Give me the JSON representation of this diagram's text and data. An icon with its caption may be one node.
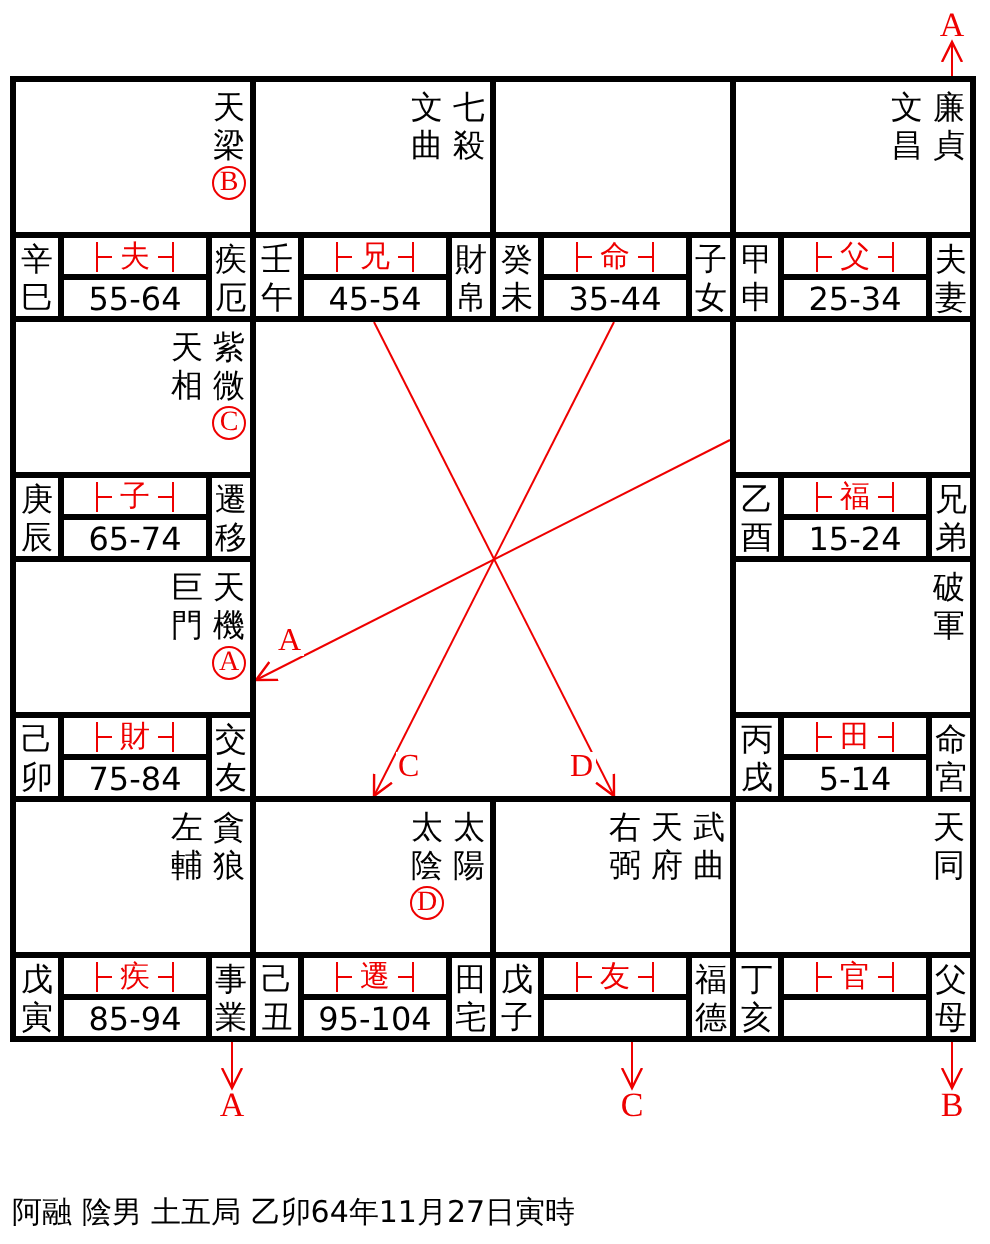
{
  "diagram": {
    "caption": "阿融 陰男 土五局 乙卯64年11月27日寅時",
    "nodes": [
      {
        "text": [
          "A"
        ]
      },
      {
        "text": [
          "天梁"
        ]
      },
      {
        "text": [
          "B"
        ],
        "in": 1
      },
      {
        "text": [
          "辛巳"
        ],
        "in": 1
      },
      {
        "text": [
          "夫"
        ],
        "in": 1
      },
      {
        "text": [
          "55-64"
        ],
        "in": 1
      },
      {
        "text": [
          "疾厄"
        ],
        "in": 1
      },
      {
        "text": [
          "文曲",
          "七殺"
        ]
      },
      {
        "text": [
          "壬午"
        ],
        "in": 7
      },
      {
        "text": [
          "兄"
        ],
        "in": 7
      },
      {
        "text": [
          "45-54"
        ],
        "in": 7
      },
      {
        "text": [
          "財帛"
        ],
        "in": 7
      },
      {
        "text": [],
        "shape": "box"
      },
      {
        "text": [
          "癸未"
        ],
        "in": 12
      },
      {
        "text": [
          "命"
        ],
        "in": 12
      },
      {
        "text": [
          "35-44"
        ],
        "in": 12
      },
      {
        "text": [
          "子女"
        ],
        "in": 12
      },
      {
        "text": [
          "文昌",
          "廉貞"
        ]
      },
      {
        "text": [
          "甲申"
        ],
        "in": 17
      },
      {
        "text": [
          "父"
        ],
        "in": 17
      },
      {
        "text": [
          "25-34"
        ],
        "in": 17
      },
      {
        "text": [
          "夫妻"
        ],
        "in": 17
      },
      {
        "text": [
          "天相",
          "紫微"
        ]
      },
      {
        "text": [
          "C"
        ],
        "in": 22
      },
      {
        "text": [
          "庚辰"
        ],
        "in": 22
      },
      {
        "text": [
          "子"
        ],
        "in": 22
      },
      {
        "text": [
          "65-74"
        ],
        "in": 22
      },
      {
        "text": [
          "遷移"
        ],
        "in": 22
      },
      {
        "text": [],
        "shape": "box"
      },
      {
        "text": [
          "乙酉"
        ],
        "in": 28
      },
      {
        "text": [
          "福"
        ],
        "in": 28
      },
      {
        "text": [
          "15-24"
        ],
        "in": 28
      },
      {
        "text": [
          "兄弟"
        ],
        "in": 28
      },
      {
        "text": [
          "巨門",
          "天機"
        ]
      },
      {
        "text": [
          "A"
        ],
        "in": 33
      },
      {
        "text": [
          "己卯"
        ],
        "in": 33
      },
      {
        "text": [
          "財"
        ],
        "in": 33
      },
      {
        "text": [
          "75-84"
        ],
        "in": 33
      },
      {
        "text": [
          "交友"
        ],
        "in": 33
      },
      {
        "text": [
          "破軍"
        ]
      },
      {
        "text": [
          "丙戌"
        ],
        "in": 39
      },
      {
        "text": [
          "田"
        ],
        "in": 39
      },
      {
        "text": [
          "5-14"
        ],
        "in": 39
      },
      {
        "text": [
          "命宮"
        ],
        "in": 39
      },
      {
        "text": [
          "左輔",
          "貪狼"
        ]
      },
      {
        "text": [
          "戊寅"
        ],
        "in": 44
      },
      {
        "text": [
          "疾"
        ],
        "in": 44
      },
      {
        "text": [
          "85-94"
        ],
        "in": 44
      },
      {
        "text": [
          "事業"
        ],
        "in": 44
      },
      {
        "text": [
          "太陰",
          "太陽"
        ]
      },
      {
        "text": [
          "D"
        ],
        "in": 49
      },
      {
        "text": [
          "己丑"
        ],
        "in": 49
      },
      {
        "text": [
          "遷"
        ],
        "in": 49
      },
      {
        "text": [
          "95-104"
        ],
        "in": 49
      },
      {
        "text": [
          "田宅"
        ],
        "in": 49
      },
      {
        "text": [
          "右弼",
          "天府",
          "武曲"
        ]
      },
      {
        "text": [
          "戊子"
        ],
        "in": 55
      },
      {
        "text": [
          "友"
        ],
        "in": 55
      },
      {
        "text": [
          "福德"
        ],
        "in": 55
      },
      {
        "text": [
          "天同"
        ]
      },
      {
        "text": [
          "丁亥"
        ],
        "in": 59
      },
      {
        "text": [
          "官"
        ],
        "in": 59
      },
      {
        "text": [
          "父母"
        ],
        "in": 59
      },
      {
        "text": [
          "A"
        ]
      },
      {
        "text": [
          "C"
        ]
      },
      {
        "text": [
          "B"
        ]
      }
    ],
    "edges": [
      {
        "from": 17,
        "to": 0,
        "arrow": "to"
      },
      {
        "from": 7,
        "to": 55,
        "arrow": "to",
        "label": "D"
      },
      {
        "from": 12,
        "to": 49,
        "arrow": "to",
        "label": "C"
      },
      {
        "from": 28,
        "to": 33,
        "arrow": "to",
        "label": "A"
      },
      {
        "from": 44,
        "to": 63,
        "arrow": "to"
      },
      {
        "from": 55,
        "to": 64,
        "arrow": "to"
      },
      {
        "from": 59,
        "to": 65,
        "arrow": "to"
      }
    ]
  }
}
